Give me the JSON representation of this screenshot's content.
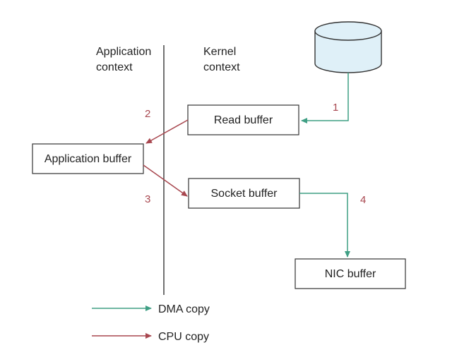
{
  "headers": {
    "application": [
      "Application",
      "context"
    ],
    "kernel": [
      "Kernel",
      "context"
    ]
  },
  "boxes": {
    "read_buffer": "Read buffer",
    "application_buffer": "Application buffer",
    "socket_buffer": "Socket buffer",
    "nic_buffer": "NIC buffer"
  },
  "steps": {
    "dma_to_read": "1",
    "cpu_read_to_app": "2",
    "cpu_app_to_socket": "3",
    "dma_socket_to_nic": "4"
  },
  "legend": {
    "dma": "DMA copy",
    "cpu": "CPU copy"
  },
  "colors": {
    "dma": "#3f9f84",
    "cpu": "#a8474f",
    "disk_fill": "#dff0f8",
    "disk_stroke": "#333333"
  }
}
